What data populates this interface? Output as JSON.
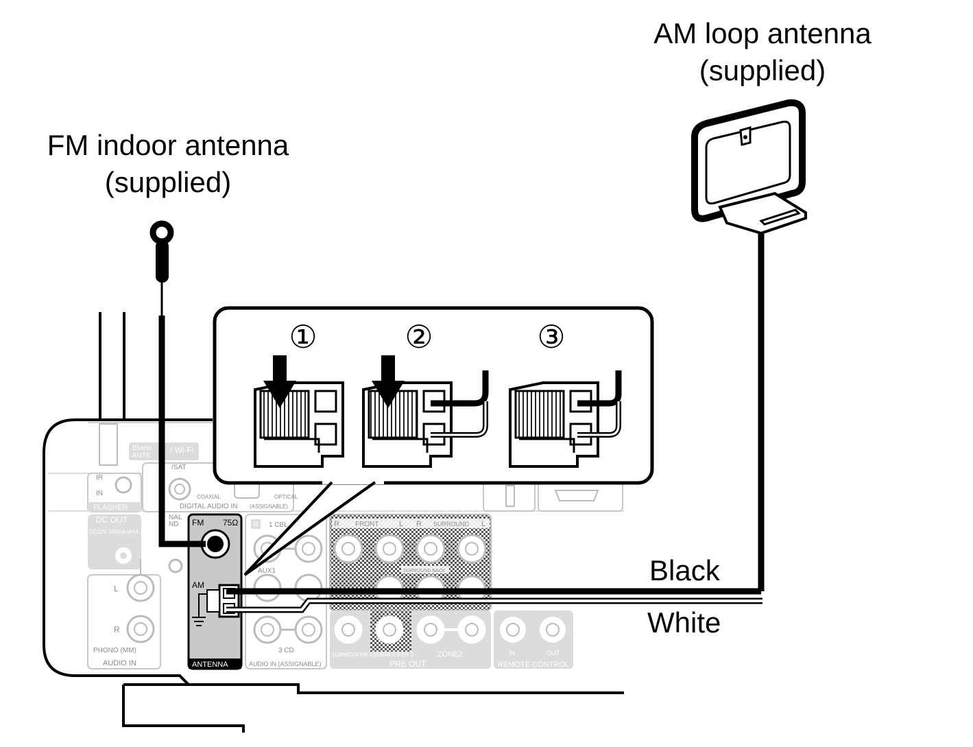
{
  "labels": {
    "am_line1": "AM loop antenna",
    "am_line2": "(supplied)",
    "fm_line1": "FM indoor antenna",
    "fm_line2": "(supplied)",
    "black": "Black",
    "white": "White"
  },
  "steps": [
    "①",
    "②",
    "③"
  ],
  "panel": {
    "bluetooth": "Blueto",
    "ante": "ANTE",
    "wifi": "/ Wi-Fi",
    "sat": "/SAT",
    "ir": "IR",
    "in": "IN",
    "flasher": "FLASHER",
    "coaxial": "COAXIAL",
    "optical": "OPTICAL",
    "digital_audio_in": "DIGITAL AUDIO IN",
    "assignable": "(ASSIGNABLE)",
    "dc_out": "DC OUT",
    "dc_spec": "DC12V 150mA MAX.",
    "signal": "NAL",
    "ground": "ND",
    "fm": "FM",
    "ohm": "75Ω",
    "am": "AM",
    "antenna": "ANTENNA",
    "r": "R",
    "l": "L",
    "cbl": "1 CBL",
    "aux1": "AUX1",
    "cd": "3 CD",
    "audio_in_assignable": "AUDIO IN   (ASSIGNABLE)",
    "front": "FRONT",
    "surround": "SURROUND",
    "surround_back": "SURROUND BACK",
    "phono": "PHONO (MM)",
    "audio_in": "AUDIO IN",
    "sub1": "SUBWOOFER 1",
    "sub2": "SUBWOOFER 2",
    "zone2": "ZONE2",
    "pre_out": "PRE OUT",
    "rc_in": "IN",
    "rc_out": "OUT",
    "remote_control": "REMOTE CONTROL"
  }
}
